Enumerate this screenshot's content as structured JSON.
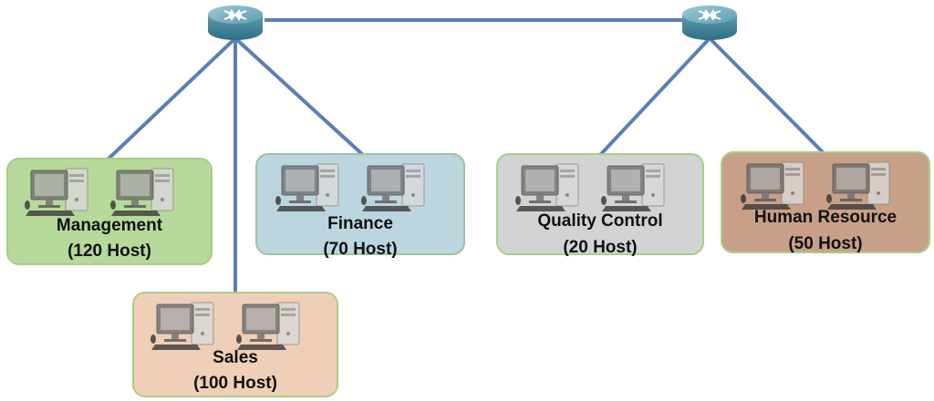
{
  "routers": [
    {
      "id": "router-left",
      "icon": "router-icon"
    },
    {
      "id": "router-right",
      "icon": "router-icon"
    }
  ],
  "departments": [
    {
      "id": "management",
      "name": "Management",
      "hosts": "(120 Host)",
      "fill": "#b7d99a",
      "border": "#a6cc86",
      "icon": "desktop-computer-icon"
    },
    {
      "id": "finance",
      "name": "Finance",
      "hosts": "(70 Host)",
      "fill": "#bcd6df",
      "border": "#9fc39a",
      "icon": "desktop-computer-icon"
    },
    {
      "id": "sales",
      "name": "Sales",
      "hosts": "(100 Host)",
      "fill": "#efcfb8",
      "border": "#a8cf8a",
      "icon": "desktop-computer-icon"
    },
    {
      "id": "quality-control",
      "name": "Quality Control",
      "hosts": "(20 Host)",
      "fill": "#d3d3d3",
      "border": "#a8cf8a",
      "icon": "desktop-computer-icon"
    },
    {
      "id": "human-resource",
      "name": "Human Resource",
      "hosts": "(50 Host)",
      "fill": "#c8a088",
      "border": "#a8cf8a",
      "icon": "desktop-computer-icon"
    }
  ],
  "colors": {
    "link": "#5b7fb5",
    "router_body": "#4f8fa3",
    "router_top": "#7fb5c4"
  }
}
